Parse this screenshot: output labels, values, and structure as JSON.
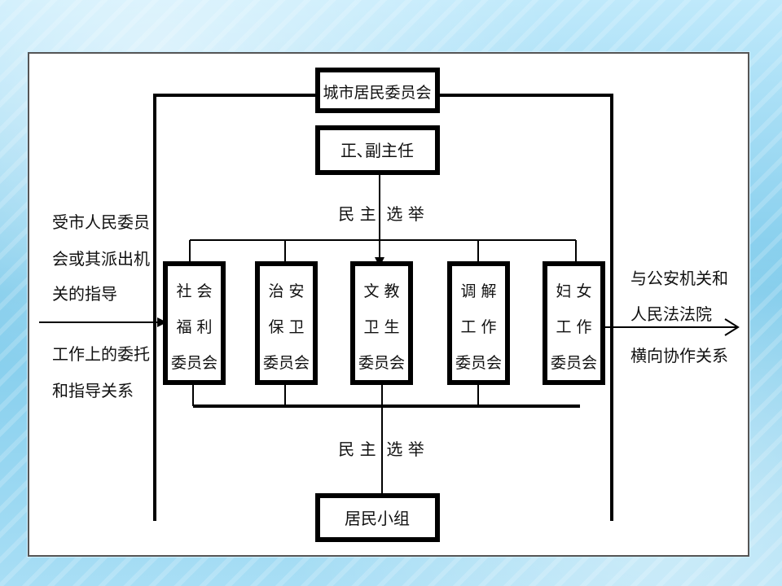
{
  "top_box": "城市居民委员会",
  "director_box": "正､副主任",
  "election_upper": "民 主  选 举",
  "election_lower": "民 主  选 举",
  "bottom_box": "居民小组",
  "left_text_1": [
    "受市人民委员",
    "会或其派出机",
    "关的指导"
  ],
  "left_text_2": [
    "工作上的委托",
    "和指导关系"
  ],
  "right_text": [
    "与公安机关和",
    "人民法法院",
    "横向协作关系"
  ],
  "committees": [
    [
      "社 会",
      "福 利",
      "委员会"
    ],
    [
      "治 安",
      "保 卫",
      "委员会"
    ],
    [
      "文 教",
      "卫 生",
      "委员会"
    ],
    [
      "调 解",
      "工 作",
      "委员会"
    ],
    [
      "妇 女",
      "工 作",
      "委员会"
    ]
  ]
}
